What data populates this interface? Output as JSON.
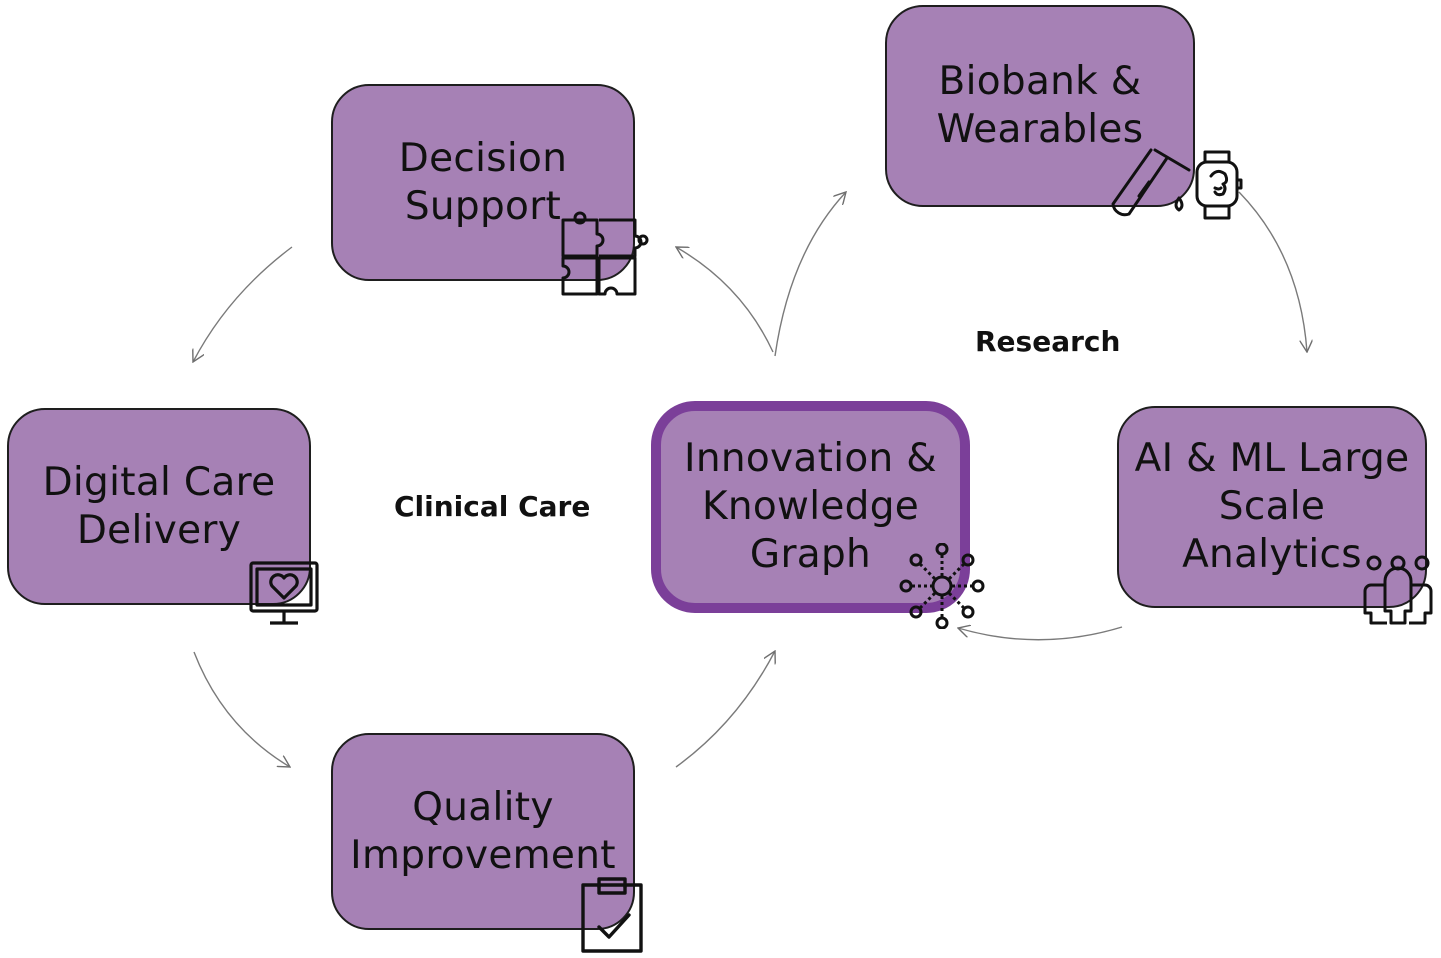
{
  "diagram": {
    "nodes": [
      {
        "id": "decision-support",
        "label": "Decision\nSupport",
        "icon": "puzzle-icon"
      },
      {
        "id": "biobank-wearables",
        "label": "Biobank &\nWearables",
        "icon": "test-tube-smartwatch-icon"
      },
      {
        "id": "digital-care-delivery",
        "label": "Digital Care\nDelivery",
        "icon": "monitor-heart-icon"
      },
      {
        "id": "innovation-knowledge-graph",
        "label": "Innovation &\nKnowledge\nGraph",
        "icon": "network-hub-icon"
      },
      {
        "id": "ai-ml-analytics",
        "label": "AI & ML Large\nScale\nAnalytics",
        "icon": "people-group-icon"
      },
      {
        "id": "quality-improvement",
        "label": "Quality\nImprovement",
        "icon": "clipboard-check-icon"
      }
    ],
    "groups": {
      "clinical": "Clinical Care",
      "research": "Research"
    },
    "edges": [
      {
        "from": "decision-support",
        "to": "digital-care-delivery"
      },
      {
        "from": "digital-care-delivery",
        "to": "quality-improvement"
      },
      {
        "from": "quality-improvement",
        "to": "innovation-knowledge-graph"
      },
      {
        "from": "innovation-knowledge-graph",
        "to": "decision-support"
      },
      {
        "from": "innovation-knowledge-graph",
        "to": "biobank-wearables"
      },
      {
        "from": "biobank-wearables",
        "to": "ai-ml-analytics"
      },
      {
        "from": "ai-ml-analytics",
        "to": "innovation-knowledge-graph"
      }
    ],
    "colors": {
      "node_fill": "#a681b5",
      "center_border": "#7b3f99",
      "arrow": "#7a7a7a"
    }
  }
}
